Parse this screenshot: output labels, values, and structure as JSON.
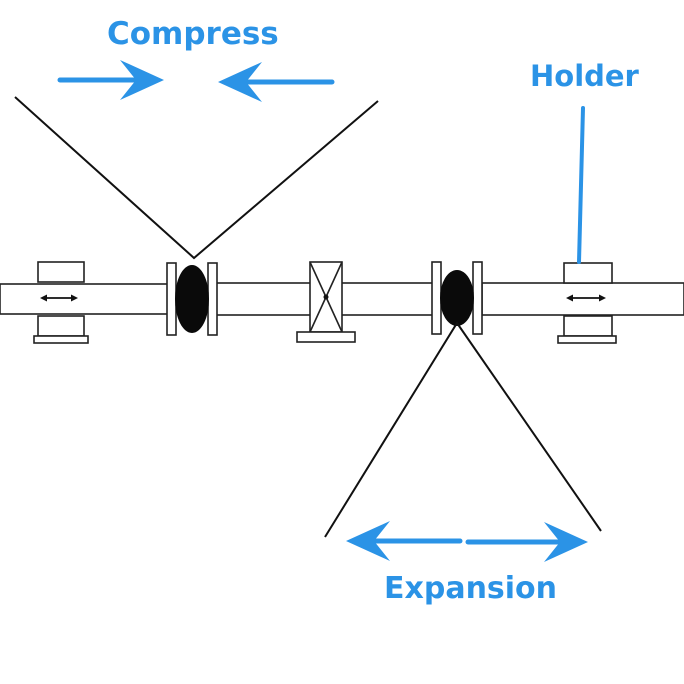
{
  "labels": {
    "compress": "Compress",
    "holder": "Holder",
    "expansion": "Expansion"
  },
  "colors": {
    "accent": "#2b93e6",
    "line": "#222222",
    "joint": "#0a0a0a",
    "pipe_fill": "#ffffff"
  },
  "components": [
    "holder-left",
    "compensator-left",
    "valve",
    "compensator-right",
    "holder-right"
  ]
}
